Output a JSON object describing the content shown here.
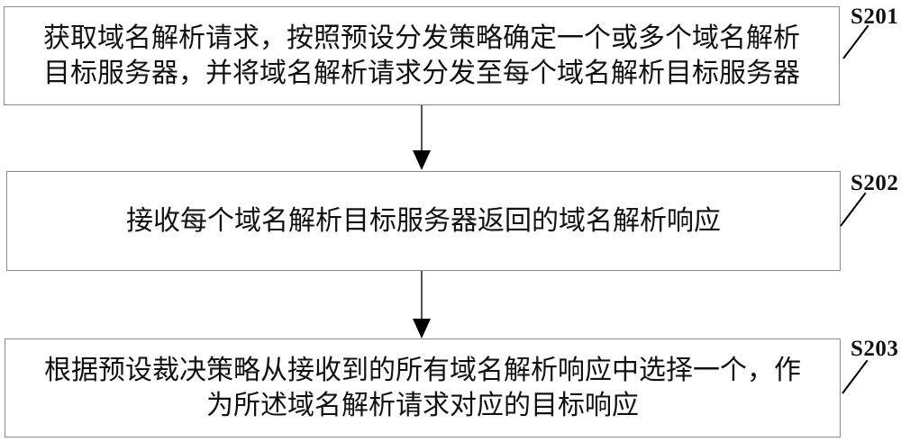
{
  "figure": {
    "title": "domain-name-resolution-flowchart",
    "steps": [
      {
        "id": "S201",
        "lines": [
          "获取域名解析请求，按照预设分发策略确定一个或多个域名解析",
          "目标服务器，并将域名解析请求分发至每个域名解析目标服务器"
        ]
      },
      {
        "id": "S202",
        "lines": [
          "接收每个域名解析目标服务器返回的域名解析响应"
        ]
      },
      {
        "id": "S203",
        "lines": [
          "根据预设裁决策略从接收到的所有域名解析响应中选择一个，作",
          "为所述域名解析请求对应的目标响应"
        ]
      }
    ],
    "colors": {
      "background": "#ffffff",
      "border": "#8a8a8a",
      "text": "#111111",
      "arrow": "#000000",
      "shaft": "#555555"
    }
  }
}
